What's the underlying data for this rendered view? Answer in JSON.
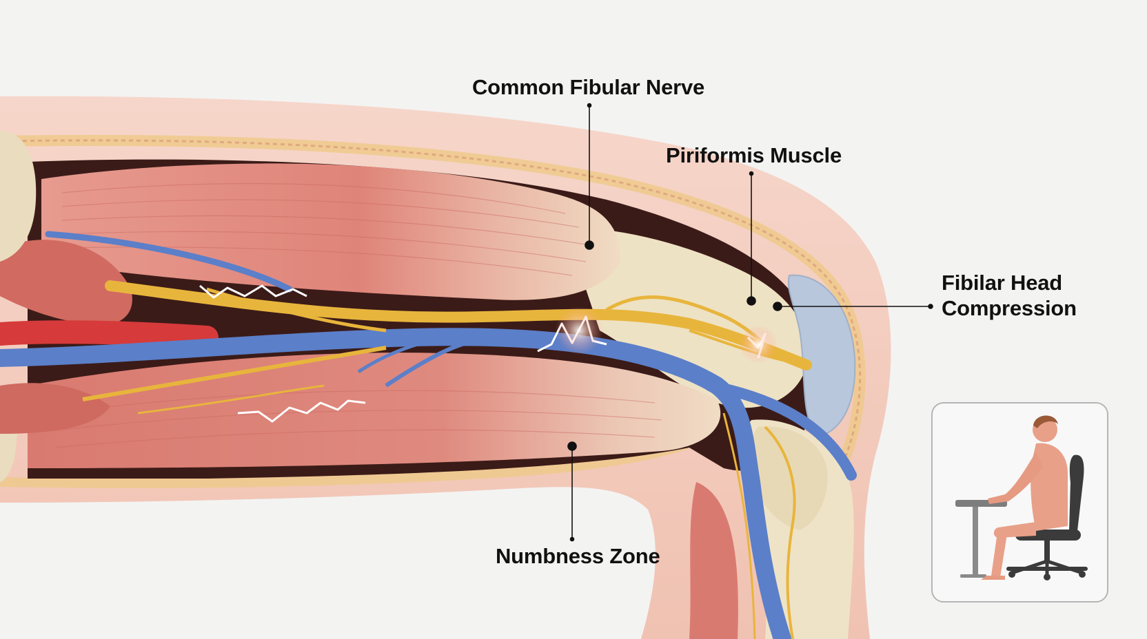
{
  "labels": {
    "common_fibular_nerve": "Common Fibular Nerve",
    "piriformis_muscle": "Piriformis Muscle",
    "fibilar_head_compression_line1": "Fibilar Head",
    "fibilar_head_compression_line2": "Compression",
    "numbness_zone": "Numbness Zone"
  },
  "icons": {
    "inset": "seated-person-at-desk-icon"
  },
  "colors": {
    "background": "#f3f3f2",
    "skin": "#f2c4b4",
    "muscle": "#d9756c",
    "bone": "#eee2c4",
    "nerve": "#e8b53c",
    "vein": "#5b7fc9",
    "artery": "#d63a3a",
    "cartilage": "#b8c7db",
    "label_text": "#111111"
  }
}
